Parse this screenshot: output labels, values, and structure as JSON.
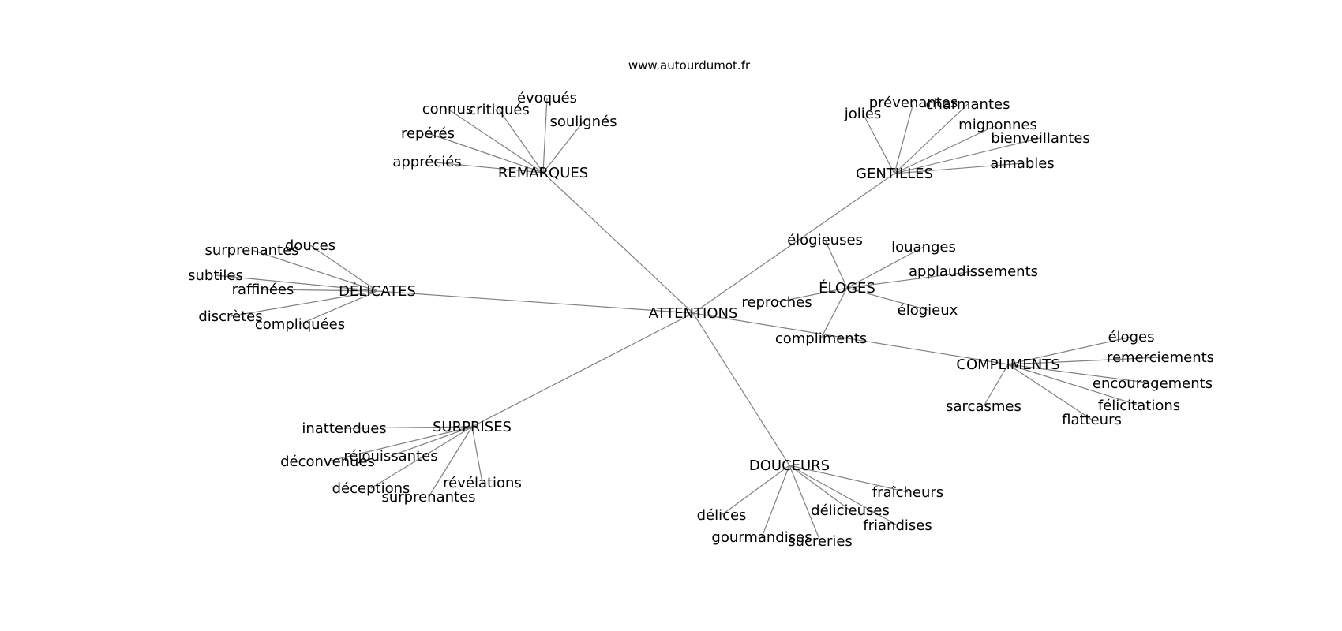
{
  "source_label": "www.autourdumot.fr",
  "colors": {
    "edge": "#808080",
    "text": "#000000",
    "background": "#ffffff"
  },
  "nodes": [
    {
      "id": "attentions",
      "label": "ATTENTIONS"
    },
    {
      "id": "remarques",
      "label": "REMARQUES"
    },
    {
      "id": "gentilles",
      "label": "GENTILLES"
    },
    {
      "id": "delicates",
      "label": "DÉLICATES"
    },
    {
      "id": "eloges",
      "label": "ÉLOGES"
    },
    {
      "id": "compliments_hub",
      "label": "COMPLIMENTS"
    },
    {
      "id": "surprises",
      "label": "SURPRISES"
    },
    {
      "id": "douceurs",
      "label": "DOUCEURS"
    },
    {
      "id": "connus",
      "label": "connus"
    },
    {
      "id": "critiques",
      "label": "critiqués"
    },
    {
      "id": "evoques",
      "label": "évoqués"
    },
    {
      "id": "soulignes",
      "label": "soulignés"
    },
    {
      "id": "reperes",
      "label": "repérés"
    },
    {
      "id": "apprecies",
      "label": "appréciés"
    },
    {
      "id": "jolies",
      "label": "jolies"
    },
    {
      "id": "prevenantes",
      "label": "prévenantes"
    },
    {
      "id": "charmantes",
      "label": "charmantes"
    },
    {
      "id": "mignonnes",
      "label": "mignonnes"
    },
    {
      "id": "bienveillantes",
      "label": "bienveillantes"
    },
    {
      "id": "aimables",
      "label": "aimables"
    },
    {
      "id": "elogieuses",
      "label": "élogieuses"
    },
    {
      "id": "louanges",
      "label": "louanges"
    },
    {
      "id": "applaudissements",
      "label": "applaudissements"
    },
    {
      "id": "reproches",
      "label": "reproches"
    },
    {
      "id": "elogieux",
      "label": "élogieux"
    },
    {
      "id": "compliments_leaf",
      "label": "compliments"
    },
    {
      "id": "surprenantes_d",
      "label": "surprenantes"
    },
    {
      "id": "douces",
      "label": "douces"
    },
    {
      "id": "subtiles",
      "label": "subtiles"
    },
    {
      "id": "raffinees",
      "label": "raffinées"
    },
    {
      "id": "discretes",
      "label": "discrètes"
    },
    {
      "id": "compliquees",
      "label": "compliquées"
    },
    {
      "id": "eloges_leaf",
      "label": "éloges"
    },
    {
      "id": "remerciements",
      "label": "remerciements"
    },
    {
      "id": "encouragements",
      "label": "encouragements"
    },
    {
      "id": "felicitations",
      "label": "félicitations"
    },
    {
      "id": "sarcasmes",
      "label": "sarcasmes"
    },
    {
      "id": "flatteurs",
      "label": "flatteurs"
    },
    {
      "id": "inattendues",
      "label": "inattendues"
    },
    {
      "id": "deconvenues",
      "label": "déconvenues"
    },
    {
      "id": "rejouissantes",
      "label": "réjouissantes"
    },
    {
      "id": "revelations",
      "label": "révélations"
    },
    {
      "id": "deceptions",
      "label": "déceptions"
    },
    {
      "id": "surprenantes_s",
      "label": "surprenantes"
    },
    {
      "id": "fraicheurs",
      "label": "fraîcheurs"
    },
    {
      "id": "delicieuses",
      "label": "délicieuses"
    },
    {
      "id": "friandises",
      "label": "friandises"
    },
    {
      "id": "delices",
      "label": "délices"
    },
    {
      "id": "gourmandises",
      "label": "gourmandises"
    },
    {
      "id": "sucreries",
      "label": "sucreries"
    }
  ],
  "edges": [
    [
      "attentions",
      "remarques"
    ],
    [
      "attentions",
      "gentilles"
    ],
    [
      "attentions",
      "delicates"
    ],
    [
      "attentions",
      "compliments_hub"
    ],
    [
      "attentions",
      "surprises"
    ],
    [
      "attentions",
      "douceurs"
    ],
    [
      "remarques",
      "connus"
    ],
    [
      "remarques",
      "critiques"
    ],
    [
      "remarques",
      "evoques"
    ],
    [
      "remarques",
      "soulignes"
    ],
    [
      "remarques",
      "reperes"
    ],
    [
      "remarques",
      "apprecies"
    ],
    [
      "gentilles",
      "jolies"
    ],
    [
      "gentilles",
      "prevenantes"
    ],
    [
      "gentilles",
      "charmantes"
    ],
    [
      "gentilles",
      "mignonnes"
    ],
    [
      "gentilles",
      "bienveillantes"
    ],
    [
      "gentilles",
      "aimables"
    ],
    [
      "eloges",
      "elogieuses"
    ],
    [
      "eloges",
      "louanges"
    ],
    [
      "eloges",
      "applaudissements"
    ],
    [
      "eloges",
      "reproches"
    ],
    [
      "eloges",
      "elogieux"
    ],
    [
      "eloges",
      "compliments_leaf"
    ],
    [
      "delicates",
      "surprenantes_d"
    ],
    [
      "delicates",
      "douces"
    ],
    [
      "delicates",
      "subtiles"
    ],
    [
      "delicates",
      "raffinees"
    ],
    [
      "delicates",
      "discretes"
    ],
    [
      "delicates",
      "compliquees"
    ],
    [
      "compliments_hub",
      "eloges_leaf"
    ],
    [
      "compliments_hub",
      "remerciements"
    ],
    [
      "compliments_hub",
      "encouragements"
    ],
    [
      "compliments_hub",
      "felicitations"
    ],
    [
      "compliments_hub",
      "sarcasmes"
    ],
    [
      "compliments_hub",
      "flatteurs"
    ],
    [
      "surprises",
      "inattendues"
    ],
    [
      "surprises",
      "deconvenues"
    ],
    [
      "surprises",
      "rejouissantes"
    ],
    [
      "surprises",
      "revelations"
    ],
    [
      "surprises",
      "deceptions"
    ],
    [
      "surprises",
      "surprenantes_s"
    ],
    [
      "douceurs",
      "fraicheurs"
    ],
    [
      "douceurs",
      "delicieuses"
    ],
    [
      "douceurs",
      "friandises"
    ],
    [
      "douceurs",
      "delices"
    ],
    [
      "douceurs",
      "gourmandises"
    ],
    [
      "douceurs",
      "sucreries"
    ]
  ]
}
